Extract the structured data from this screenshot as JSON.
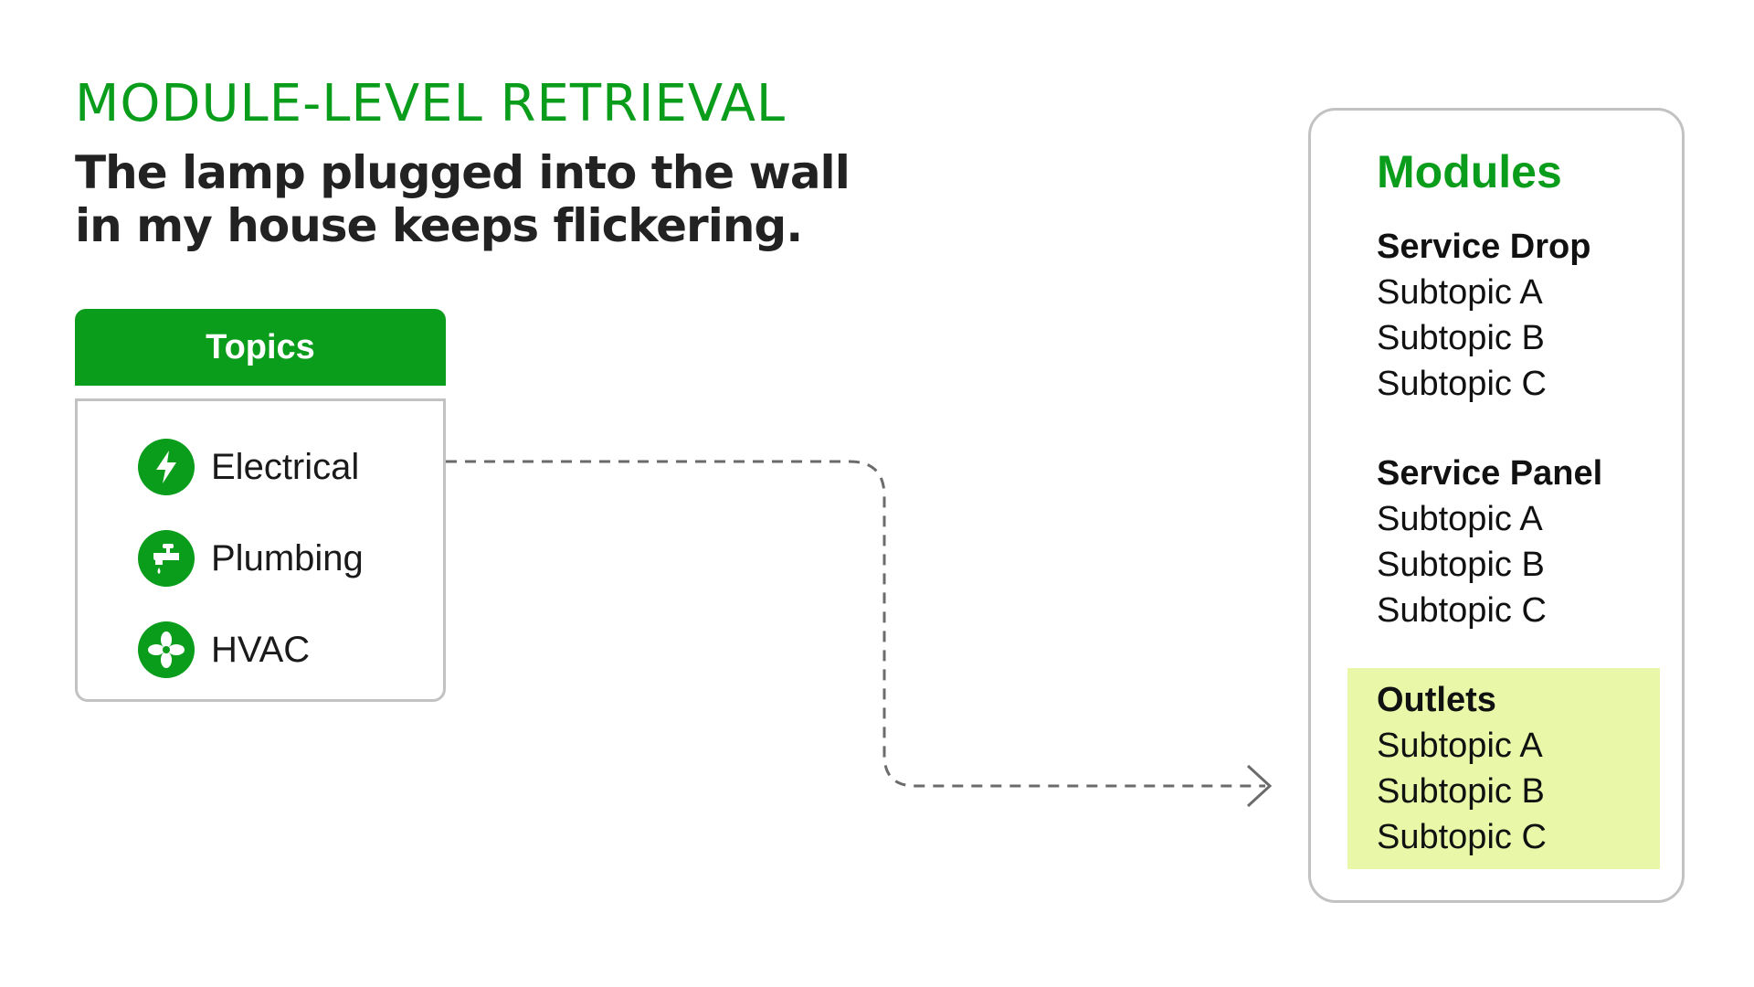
{
  "eyebrow": "MODULE-LEVEL RETRIEVAL",
  "headline": {
    "line1": "The lamp plugged into the wall",
    "line2": "in my house keeps flickering."
  },
  "topics": {
    "title": "Topics",
    "items": [
      {
        "label": "Electrical",
        "icon": "lightning-bolt-icon"
      },
      {
        "label": "Plumbing",
        "icon": "faucet-icon"
      },
      {
        "label": "HVAC",
        "icon": "fan-icon"
      }
    ]
  },
  "modules": {
    "title": "Modules",
    "groups": [
      {
        "name": "Service Drop",
        "subtopics": [
          "Subtopic A",
          "Subtopic B",
          "Subtopic C"
        ],
        "highlighted": false
      },
      {
        "name": "Service Panel",
        "subtopics": [
          "Subtopic A",
          "Subtopic B",
          "Subtopic C"
        ],
        "highlighted": false
      },
      {
        "name": "Outlets",
        "subtopics": [
          "Subtopic A",
          "Subtopic B",
          "Subtopic C"
        ],
        "highlighted": true
      }
    ]
  },
  "colors": {
    "accent": "#0a9c1b",
    "highlight": "#e8f8a8",
    "border": "#c2c2c2",
    "connector": "#6b6b6b"
  }
}
